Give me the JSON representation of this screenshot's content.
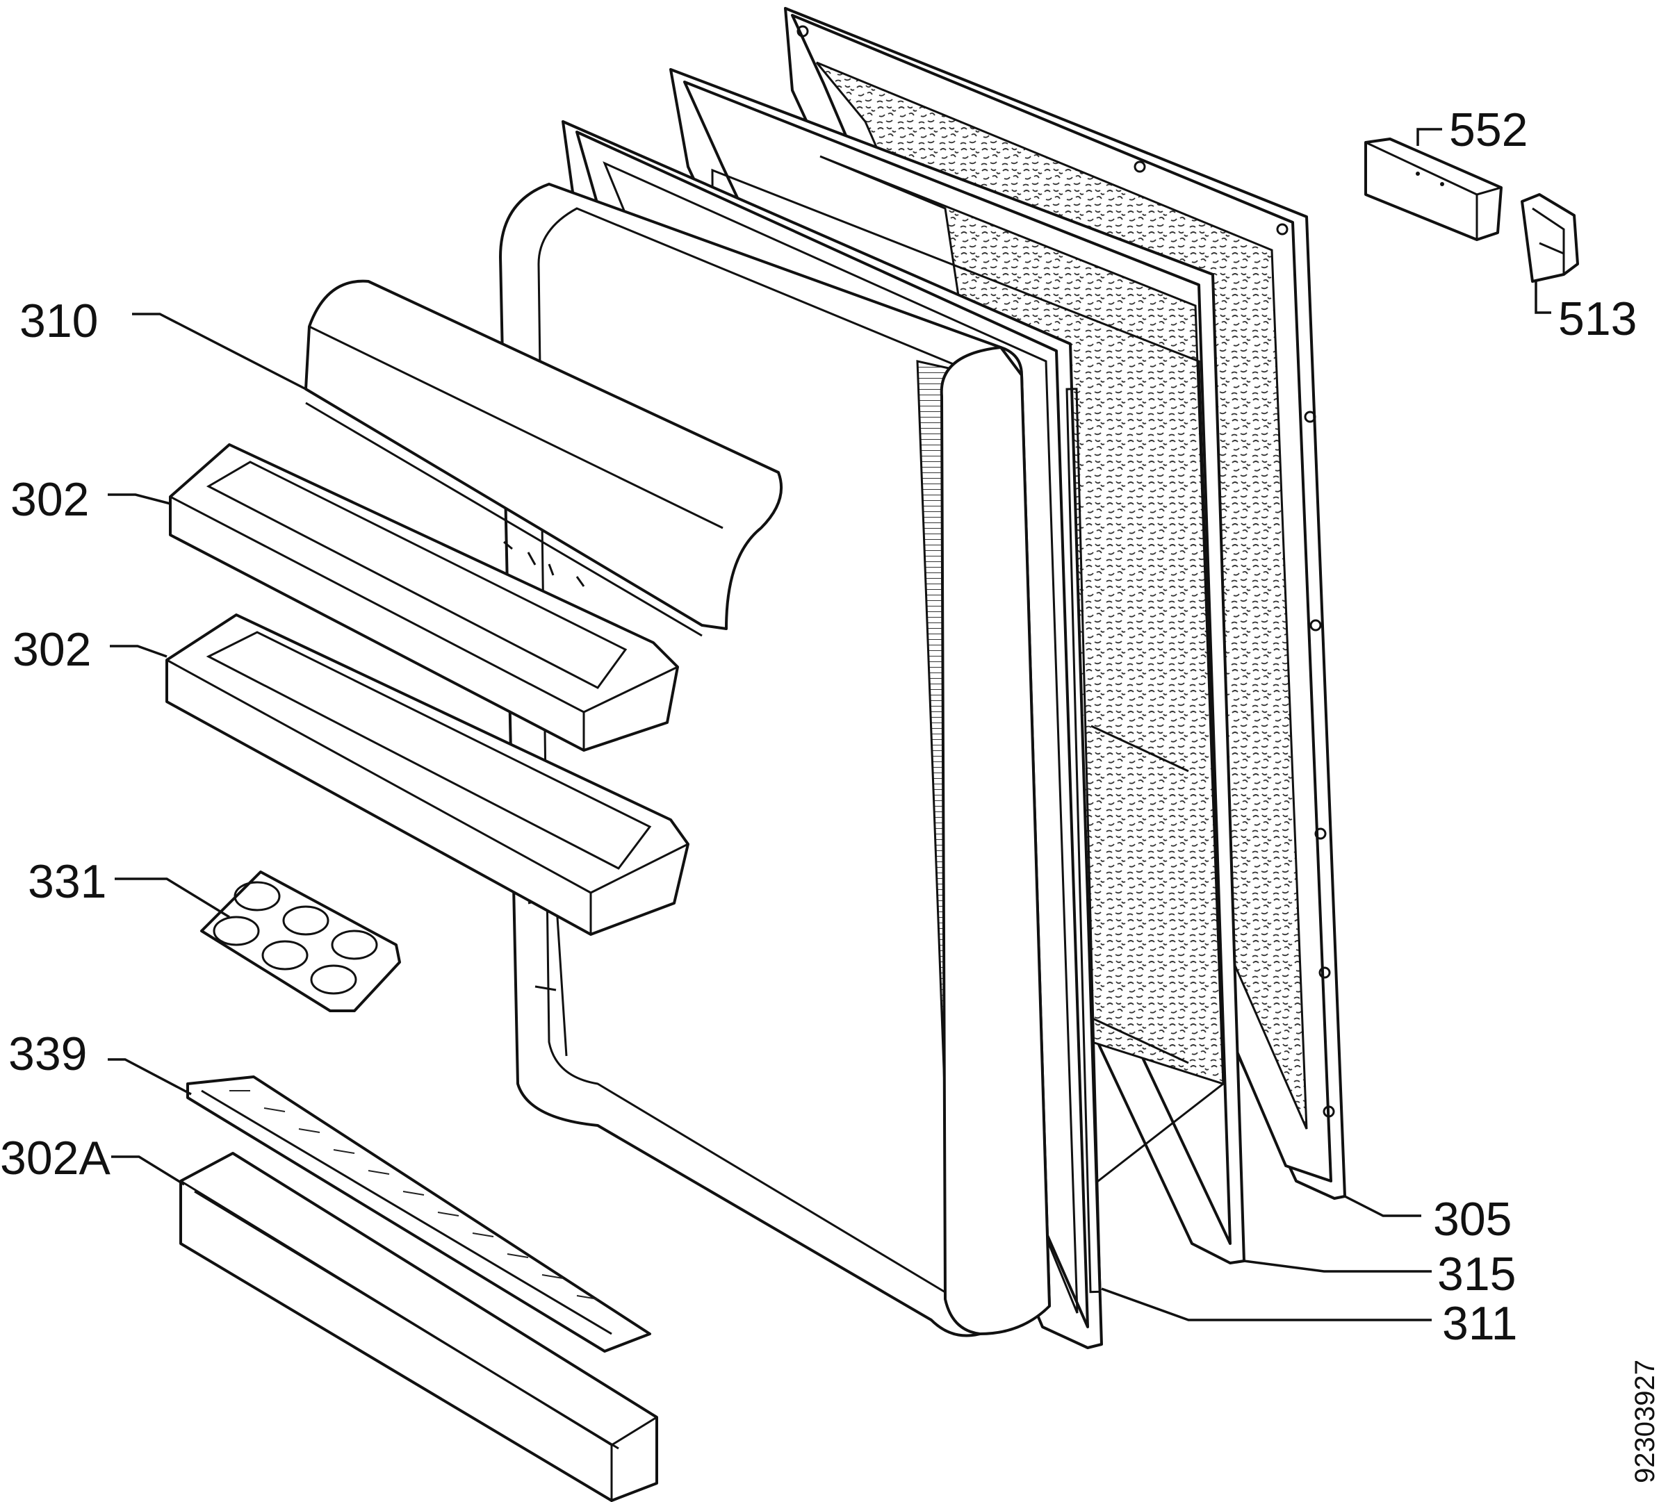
{
  "labels": {
    "shelf_cover": "310",
    "door_shelf_upper": "302",
    "door_shelf_middle": "302",
    "egg_tray": "331",
    "bottle_retainer": "339",
    "bottle_shelf": "302A",
    "outer_door_panel": "305",
    "insulation": "315",
    "gasket": "311",
    "hinge_cover": "552",
    "hinge_bracket": "513"
  },
  "document_number": "92303927"
}
